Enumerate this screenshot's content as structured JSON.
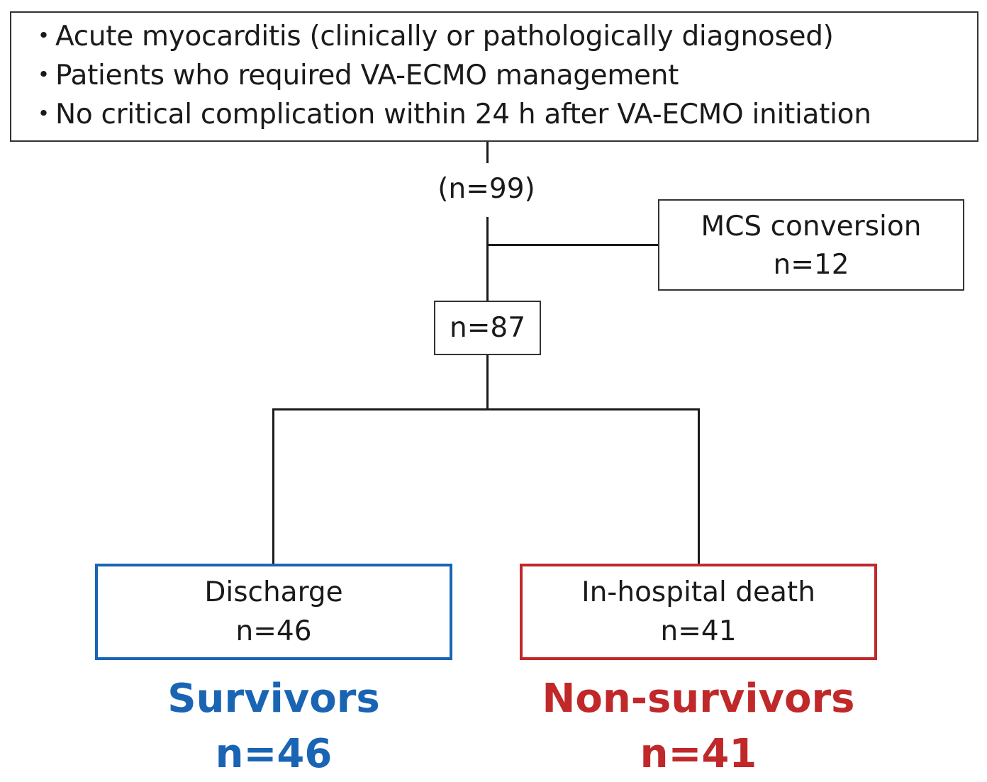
{
  "criteria": {
    "items": [
      "Acute myocarditis (clinically or pathologically diagnosed)",
      "Patients who required VA-ECMO management",
      "No critical complication within 24 h after VA-ECMO initiation"
    ]
  },
  "cohort": {
    "count_label": "(n=99)"
  },
  "excluded": {
    "label": "MCS conversion",
    "count": "n=12"
  },
  "analyzed": {
    "count": "n=87"
  },
  "discharge": {
    "label": "Discharge",
    "count": "n=46",
    "color": "#1a64b4"
  },
  "death": {
    "label": "In-hospital death",
    "count": "n=41",
    "color": "#c0282a"
  },
  "survivors": {
    "label": "Survivors",
    "count": "n=46"
  },
  "non_survivors": {
    "label": "Non-survivors",
    "count": "n=41"
  }
}
